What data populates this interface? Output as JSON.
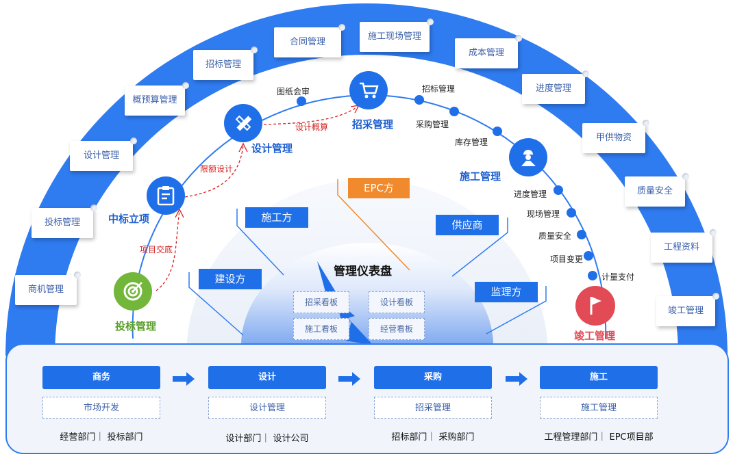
{
  "outer_cards": [
    {
      "id": "c1",
      "label": "商机管理"
    },
    {
      "id": "c2",
      "label": "投标管理"
    },
    {
      "id": "c3",
      "label": "设计管理"
    },
    {
      "id": "c4",
      "label": "概预算管理"
    },
    {
      "id": "c5",
      "label": "招标管理"
    },
    {
      "id": "c6",
      "label": "合同管理"
    },
    {
      "id": "c7",
      "label": "施工现场管理"
    },
    {
      "id": "c8",
      "label": "成本管理"
    },
    {
      "id": "c9",
      "label": "进度管理"
    },
    {
      "id": "c10",
      "label": "甲供物资"
    },
    {
      "id": "c11",
      "label": "质量安全"
    },
    {
      "id": "c12",
      "label": "工程资料"
    },
    {
      "id": "c13",
      "label": "竣工管理"
    }
  ],
  "stages": {
    "bid": "投标管理",
    "win": "中标立项",
    "design": "设计管理",
    "purchase": "招采管理",
    "construction": "施工管理",
    "completion": "竣工管理"
  },
  "arc_labels": {
    "drawing_review": "图纸会审",
    "tender_mgmt": "招标管理",
    "purchase_mgmt": "采购管理",
    "inventory_mgmt": "库存管理",
    "progress_mgmt": "进度管理",
    "site_mgmt": "现场管理",
    "quality_safety": "质量安全",
    "project_change": "项目变更",
    "payment": "计量支付"
  },
  "flow_labels": {
    "handover": "项目交底",
    "quota_design": "限额设计",
    "design_estimate": "设计概算"
  },
  "parties": {
    "epc": "EPC方",
    "construction": "施工方",
    "supplier": "供应商",
    "owner": "建设方",
    "supervisor": "监理方"
  },
  "dashboard": {
    "title": "管理仪表盘",
    "boards": [
      "招采看板",
      "设计看板",
      "施工看板",
      "经营看板"
    ]
  },
  "phases": [
    {
      "head": "商务",
      "sub": "市场开发",
      "depts": "经营部门｜ 投标部门"
    },
    {
      "head": "设计",
      "sub": "设计管理",
      "depts": "设计部门｜ 设计公司"
    },
    {
      "head": "采购",
      "sub": "招采管理",
      "depts": "招标部门｜ 采购部门"
    },
    {
      "head": "施工",
      "sub": "施工管理",
      "depts": "工程管理部门｜ EPC项目部"
    }
  ],
  "colors": {
    "primary": "#1f6fe8",
    "ring": "#2f7bf0",
    "epc": "#f08a2c",
    "bid_green": "#72b63a",
    "completion_red": "#e24a55",
    "dashed_red": "#d62020"
  }
}
